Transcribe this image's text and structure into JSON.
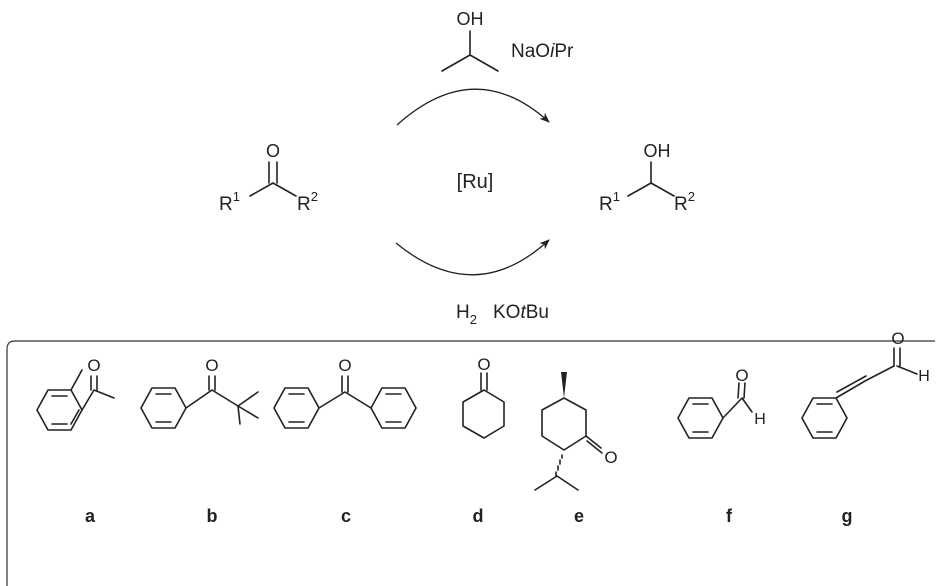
{
  "reaction": {
    "catalyst": "[Ru]",
    "top_base": "NaO",
    "top_base_italic": "i",
    "top_base_end": "Pr",
    "bottom_h": "H",
    "bottom_h_sub": "2",
    "bottom_base": "KO",
    "bottom_base_italic": "t",
    "bottom_base_end": "Bu",
    "isopropanol_oh": "OH",
    "ketone_o": "O",
    "ketone_r1": "R",
    "ketone_r1_sup": "1",
    "ketone_r2": "R",
    "ketone_r2_sup": "2",
    "alcohol_oh": "OH",
    "alcohol_r1": "R",
    "alcohol_r1_sup": "1",
    "alcohol_r2": "R",
    "alcohol_r2_sup": "2"
  },
  "substrates": {
    "labels": [
      "a",
      "b",
      "c",
      "d",
      "e",
      "f",
      "g"
    ],
    "atoms": {
      "a_o": "O",
      "b_o": "O",
      "c_o": "O",
      "d_o": "O",
      "e_o": "O",
      "f_o": "O",
      "f_h": "H",
      "g_o": "O",
      "g_h": "H"
    }
  }
}
